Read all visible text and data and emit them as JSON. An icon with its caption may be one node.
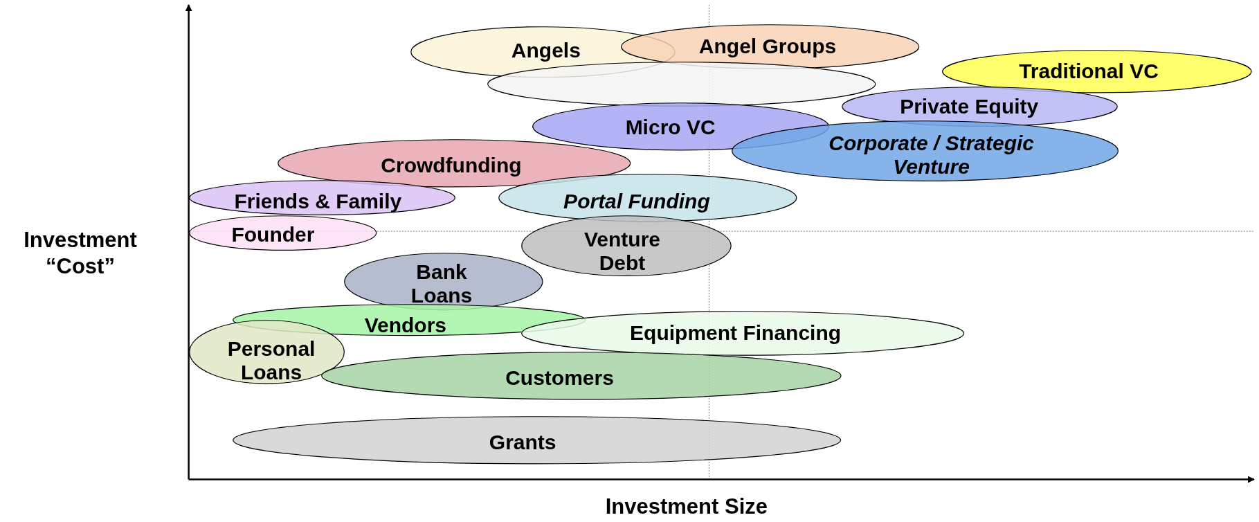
{
  "diagram": {
    "nodes": [
      {
        "text": [
          "Angels"
        ]
      },
      {
        "text": [
          "Angel Groups"
        ]
      },
      {
        "text": [
          "Traditional VC"
        ]
      },
      {
        "text": [],
        "shape": "ellipse"
      },
      {
        "text": [
          "Private Equity"
        ]
      },
      {
        "text": [
          "Micro VC"
        ]
      },
      {
        "text": [
          "Corporate / Strategic Venture"
        ]
      },
      {
        "text": [
          "Crowdfunding"
        ]
      },
      {
        "text": [
          "Friends & Family"
        ]
      },
      {
        "text": [
          "Portal Funding"
        ]
      },
      {
        "text": [
          "Founder"
        ]
      },
      {
        "text": [
          "Venture Debt"
        ]
      },
      {
        "text": [
          "Bank Loans"
        ]
      },
      {
        "text": [
          "Vendors"
        ]
      },
      {
        "text": [
          "Equipment Financing"
        ]
      },
      {
        "text": [
          "Personal Loans"
        ]
      },
      {
        "text": [
          "Customers"
        ]
      },
      {
        "text": [
          "Grants"
        ]
      }
    ],
    "labels": [
      "Investment “Cost”",
      "Investment Size"
    ]
  }
}
